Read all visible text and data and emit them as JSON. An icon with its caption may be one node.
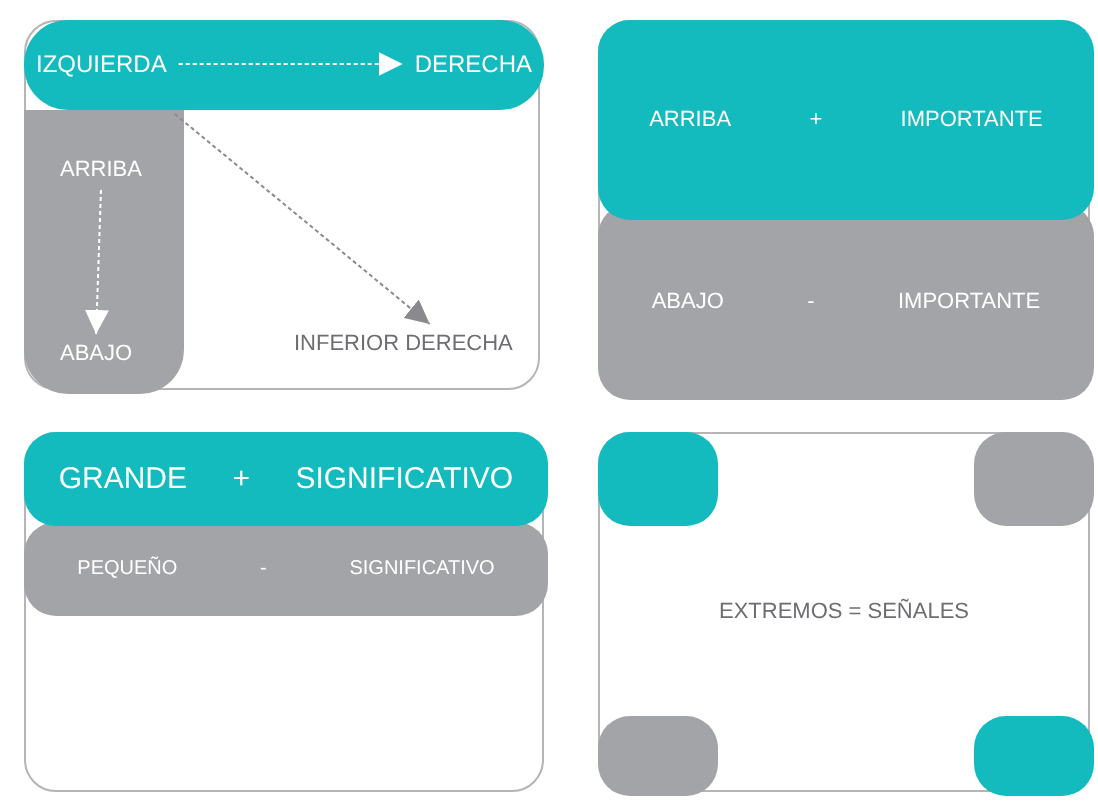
{
  "diagram": {
    "nodes": [
      {
        "text": [],
        "shape": "box"
      },
      {
        "text": [],
        "shape": "bar",
        "in": 0
      },
      {
        "text": [
          "IZQUIERDA"
        ],
        "in": 1
      },
      {
        "text": [
          "DERECHA"
        ],
        "in": 1
      },
      {
        "text": [],
        "shape": "bar",
        "in": 0
      },
      {
        "text": [
          "ARRIBA"
        ],
        "in": 4
      },
      {
        "text": [
          "ABAJO"
        ],
        "in": 4
      },
      {
        "text": [
          "INFERIOR DERECHA"
        ],
        "in": 0
      },
      {
        "text": [],
        "shape": "box"
      },
      {
        "text": [
          "ARRIBA",
          "+",
          "IMPORTANTE"
        ],
        "in": 8
      },
      {
        "text": [
          "ABAJO",
          "-",
          "IMPORTANTE"
        ],
        "in": 8
      },
      {
        "text": [],
        "shape": "box"
      },
      {
        "text": [
          "GRANDE",
          "+",
          "SIGNIFICATIVO"
        ],
        "in": 11
      },
      {
        "text": [
          "PEQUEÑO",
          "-",
          "SIGNIFICATIVO"
        ],
        "in": 11
      },
      {
        "text": [
          "EXTREMOS = SEÑALES"
        ]
      },
      {
        "text": [],
        "shape": "box",
        "in": 14
      },
      {
        "text": [],
        "shape": "box",
        "in": 14
      },
      {
        "text": [],
        "shape": "box",
        "in": 14
      },
      {
        "text": [],
        "shape": "box",
        "in": 14
      }
    ],
    "edges": [
      {
        "from": 2,
        "to": 3,
        "arrow": "to",
        "style": "dashed"
      },
      {
        "from": 5,
        "to": 6,
        "arrow": "to",
        "style": "dashed"
      },
      {
        "from": 2,
        "to": 7,
        "arrow": "to",
        "style": "dashed",
        "color": "#8a8a8e"
      }
    ]
  }
}
